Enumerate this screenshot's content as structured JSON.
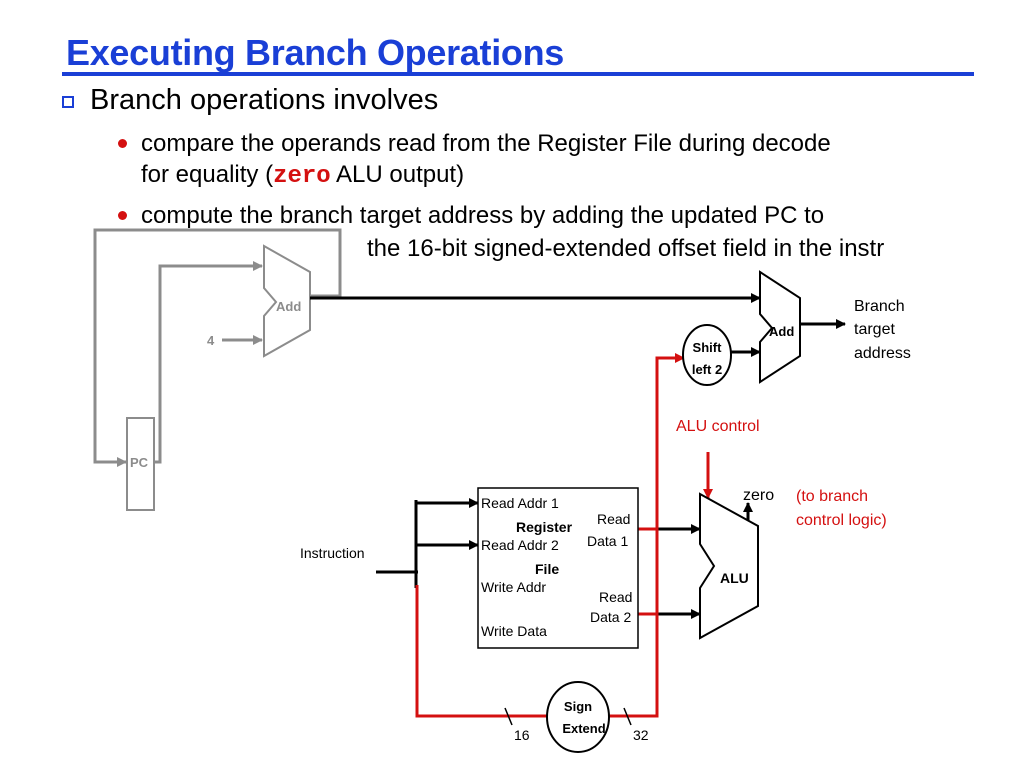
{
  "slide": {
    "title": "Executing Branch Operations",
    "bullet_main": "Branch operations involves",
    "sub1_line1": "compare the operands read from the Register File during decode",
    "sub1_pre": "for equality (",
    "sub1_code": "zero",
    "sub1_post": " ALU output)",
    "sub2_line1": "compute the branch target address by adding the updated PC to",
    "sub2_line2": "the 16-bit signed-extended offset field in the instr"
  },
  "diagram": {
    "adder_pc_label": "Add",
    "const_four": "4",
    "pc_label": "PC",
    "adder_branch_label": "Add",
    "shift_line1": "Shift",
    "shift_line2": "left 2",
    "branch_target_line1": "Branch",
    "branch_target_line2": "target",
    "branch_target_line3": "address",
    "alu_control_label": "ALU control",
    "zero_label": "zero",
    "branch_note_line1": "(to branch",
    "branch_note_line2": "control logic)",
    "alu_label": "ALU",
    "instruction_label": "Instruction",
    "regfile": {
      "read_addr1": "Read Addr 1",
      "read_addr2": "Read Addr 2",
      "write_addr": "Write Addr",
      "write_data": "Write Data",
      "title_line1": "Register",
      "title_line2": "File",
      "read_data1_line1": "Read",
      "read_data1_line2": "Data 1",
      "read_data2_line1": "Read",
      "read_data2_line2": "Data 2"
    },
    "sign_line1": "Sign",
    "sign_line2": "Extend",
    "bits_in": "16",
    "bits_out": "32",
    "colors": {
      "title_blue": "#1a3fd6",
      "highlight_red": "#d41010",
      "inactive_gray": "#8c8c8c",
      "wire_black": "#000000"
    }
  }
}
